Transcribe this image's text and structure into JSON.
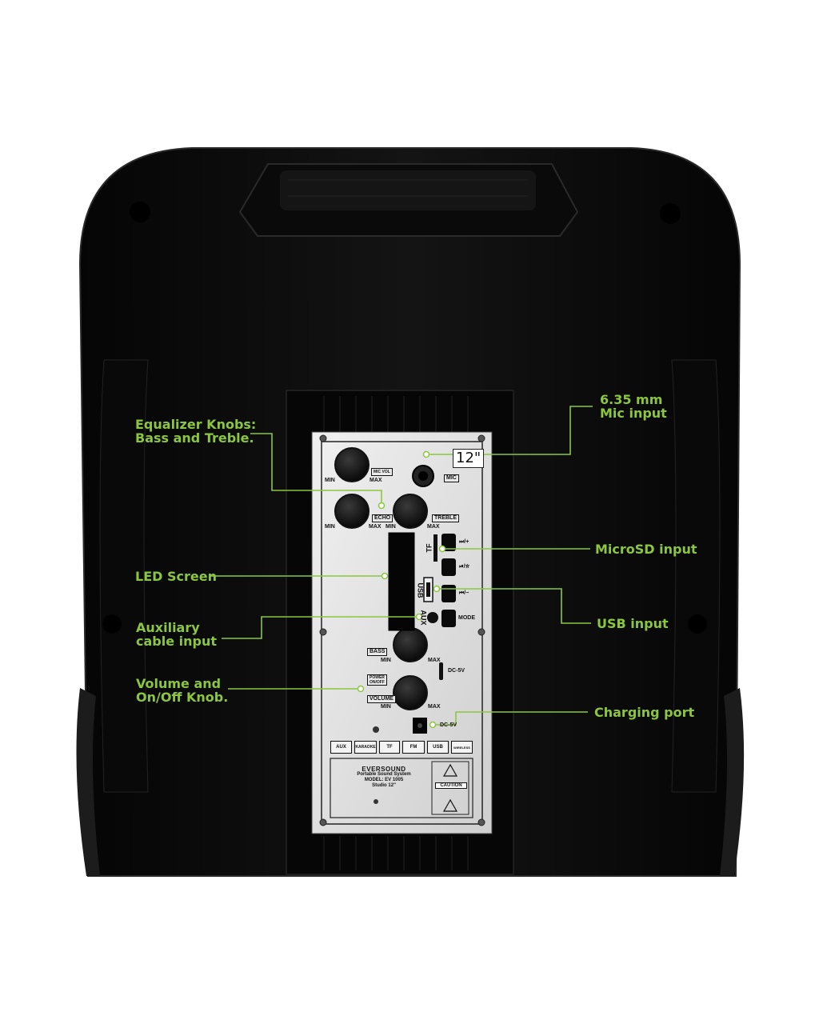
{
  "colors": {
    "accent": "#8cc63f",
    "speaker_body": "#0d0d0d",
    "panel": "#dcdcdc"
  },
  "callouts": {
    "eq_knobs": "Equalizer Knobs:\nBass and Treble.",
    "mic_input": "6.35 mm\nMic input",
    "microsd": "MicroSD input",
    "led_screen": "LED Screen",
    "usb": "USB input",
    "aux": "Auxiliary\ncable input",
    "volume": "Volume and\nOn/Off Knob.",
    "charging": "Charging port"
  },
  "panel": {
    "size_badge": "12\"",
    "mic_vol": "MIC VOL",
    "mic": "MIC",
    "echo": "ECHO",
    "treble": "TREBLE",
    "bass": "BASS",
    "volume": "VOLUME",
    "power": "POWER\nON/OFF",
    "min": "MIN",
    "max": "MAX",
    "tf": "TF",
    "usb": "USB",
    "aux": "AUX",
    "mode": "MODE",
    "dc5v": "DC-5V",
    "btn_next": "⏭/+",
    "btn_play": "⏯/☆",
    "btn_prev": "⏮/−",
    "icons": [
      "AUX",
      "KARAOKE",
      "TF",
      "FM",
      "USB",
      "WIRELESS"
    ],
    "brand": "EVERSOUND",
    "brand_sub": "Portable Sound System",
    "model": "MODEL: EV 1005",
    "studio": "Studio 12\"",
    "caution": "CAUTION"
  }
}
